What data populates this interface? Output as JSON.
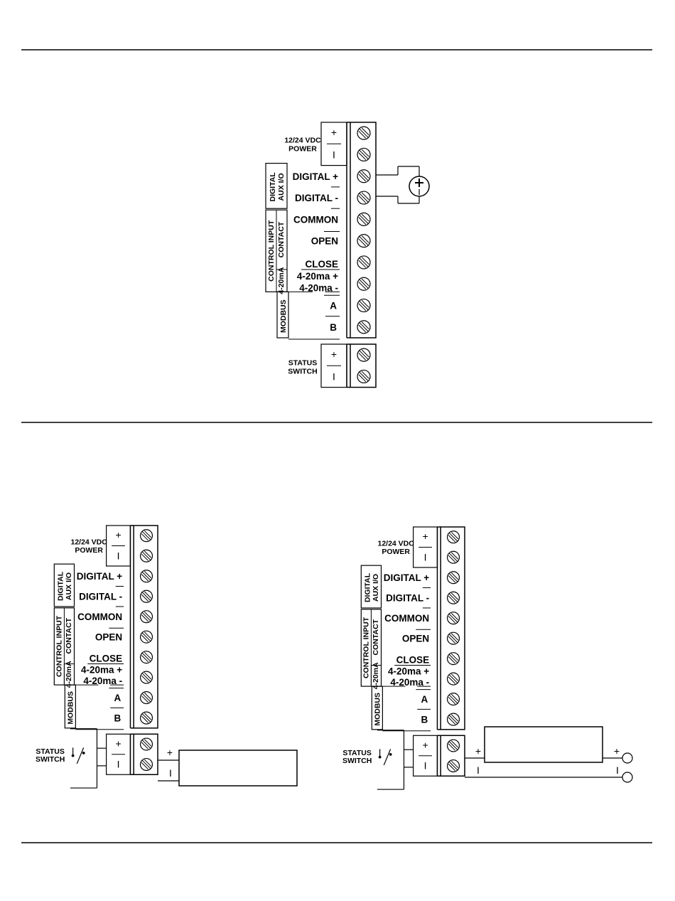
{
  "common": {
    "power_label_1": "12/24 VDC",
    "power_label_2": "POWER",
    "plus": "+",
    "minus": "I",
    "digital_plus": "DIGITAL +",
    "digital_minus": "DIGITAL -",
    "digital_group_1": "DIGITAL",
    "digital_group_2": "AUX I/O",
    "common": "COMMON",
    "open": "OPEN",
    "close": "CLOSE",
    "ma_plus": "4-20ma +",
    "ma_minus": "4-20ma -",
    "control_group_1": "CONTROL INPUT",
    "control_group_2": "CONTACT",
    "ma_group": "4-20mA",
    "modbus_group": "MODBUS",
    "modbus_a": "A",
    "modbus_b": "B",
    "status_label_1": "STATUS",
    "status_label_2": "SWITCH",
    "source_plus": "+",
    "source_minus": "I"
  }
}
